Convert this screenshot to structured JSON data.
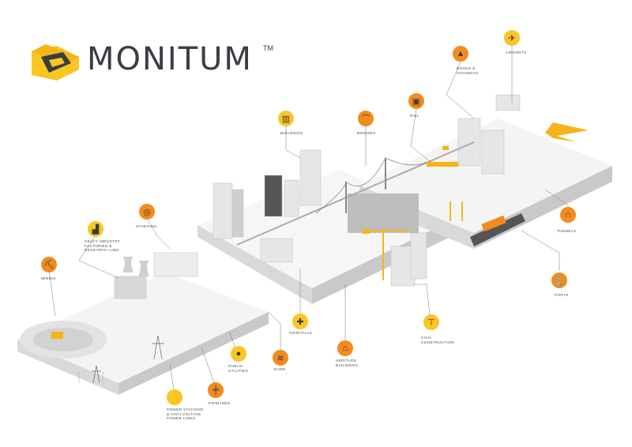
{
  "brand": {
    "name": "MONITUM",
    "trademark": "TM",
    "colors": {
      "yellow": "#f9c623",
      "orange": "#f28c1e",
      "dark": "#3a3d42"
    }
  },
  "callouts": [
    {
      "key": "airports",
      "label": "AIRPORTS",
      "icon": "airplane-icon",
      "color": "#f9c623",
      "glyph": "✈"
    },
    {
      "key": "roads",
      "label": "ROADS &\nHIGHWAYS",
      "icon": "road-icon",
      "color": "#f28c1e",
      "glyph": "▲"
    },
    {
      "key": "rail",
      "label": "RAIL",
      "icon": "train-icon",
      "color": "#f28c1e",
      "glyph": "▣"
    },
    {
      "key": "bridges",
      "label": "BRIDGES",
      "icon": "bridge-icon",
      "color": "#f28c1e",
      "glyph": "⌒"
    },
    {
      "key": "buildings",
      "label": "BUILDINGS",
      "icon": "buildings-icon",
      "color": "#f9c623",
      "glyph": "▥"
    },
    {
      "key": "stadiums",
      "label": "STADIUMS",
      "icon": "stadium-icon",
      "color": "#f28c1e",
      "glyph": "◎"
    },
    {
      "key": "heavy",
      "label": "HEAVY INDUSTRY\nFACTORIES &\nRESEARCH LABS",
      "icon": "factory-icon",
      "color": "#f9c623",
      "glyph": "▟"
    },
    {
      "key": "mining",
      "label": "MINING",
      "icon": "mining-truck-icon",
      "color": "#f28c1e",
      "glyph": "⛏"
    },
    {
      "key": "tunnels",
      "label": "TUNNELS",
      "icon": "tunnel-icon",
      "color": "#f28c1e",
      "glyph": "∩"
    },
    {
      "key": "ports",
      "label": "PORTS",
      "icon": "ship-icon",
      "color": "#f28c1e",
      "glyph": "⚓"
    },
    {
      "key": "civil",
      "label": "CIVIL\nCONSTRUCTION",
      "icon": "crane-icon",
      "color": "#f9c623",
      "glyph": "⊤"
    },
    {
      "key": "heritage",
      "label": "HERITAGE\nBUILDINGS",
      "icon": "heritage-icon",
      "color": "#f28c1e",
      "glyph": "⌂"
    },
    {
      "key": "hospitals",
      "label": "HOSPITALS",
      "icon": "hospital-icon",
      "color": "#f9c623",
      "glyph": "✚"
    },
    {
      "key": "dams",
      "label": "DAMS",
      "icon": "dam-icon",
      "color": "#f28c1e",
      "glyph": "≋"
    },
    {
      "key": "utilities",
      "label": "PUBLIC\nUTILITIES",
      "icon": "water-drop-icon",
      "color": "#f9c623",
      "glyph": "●"
    },
    {
      "key": "pipelines",
      "label": "PIPELINES",
      "icon": "pipeline-icon",
      "color": "#f28c1e",
      "glyph": "╪"
    },
    {
      "key": "power",
      "label": "POWER STATIONS\n& HIGH VOLTAGE\nPOWER LINES",
      "icon": "power-pylon-icon",
      "color": "#f9c623",
      "glyph": "⚡"
    }
  ]
}
